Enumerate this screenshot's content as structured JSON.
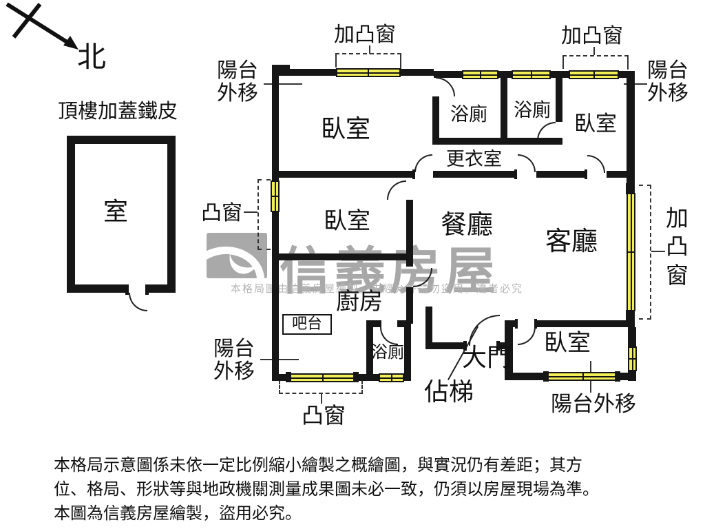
{
  "compass": {
    "label": "北"
  },
  "rooftop": {
    "caption": "頂樓加蓋鐵皮",
    "room_label": "室"
  },
  "rooms": {
    "bedroom": "臥室",
    "bath": "浴廁",
    "dressing": "更衣室",
    "dining": "餐廳",
    "living": "客廳",
    "kitchen": "廚房",
    "bar": "吧台",
    "main_door": "大門",
    "stair": "佔梯"
  },
  "annotations": {
    "balcony_out": "陽台外移",
    "balcony_out_line1": "陽台",
    "balcony_out_line2": "外移",
    "bay_window": "凸窗",
    "added_bay_window": "加凸窗"
  },
  "watermark": {
    "brand": "信義房屋",
    "notice": "本格局圖由信義房屋繪製，未經允許請勿盜用，違者必究"
  },
  "disclaimer": {
    "line1": "本格局示意圖係未依一定比例縮小繪製之概繪圖，與實況仍有差距；其方",
    "line2": "位、格局、形狀等與地政機關測量成果圖未必一致，仍須以房屋現場為準。",
    "line3": "本圖為信義房屋繪製，盜用必究。"
  },
  "colors": {
    "wall": "#161616",
    "window_fill": "#f2ee55",
    "watermark_gray": "#a8a8a8"
  }
}
